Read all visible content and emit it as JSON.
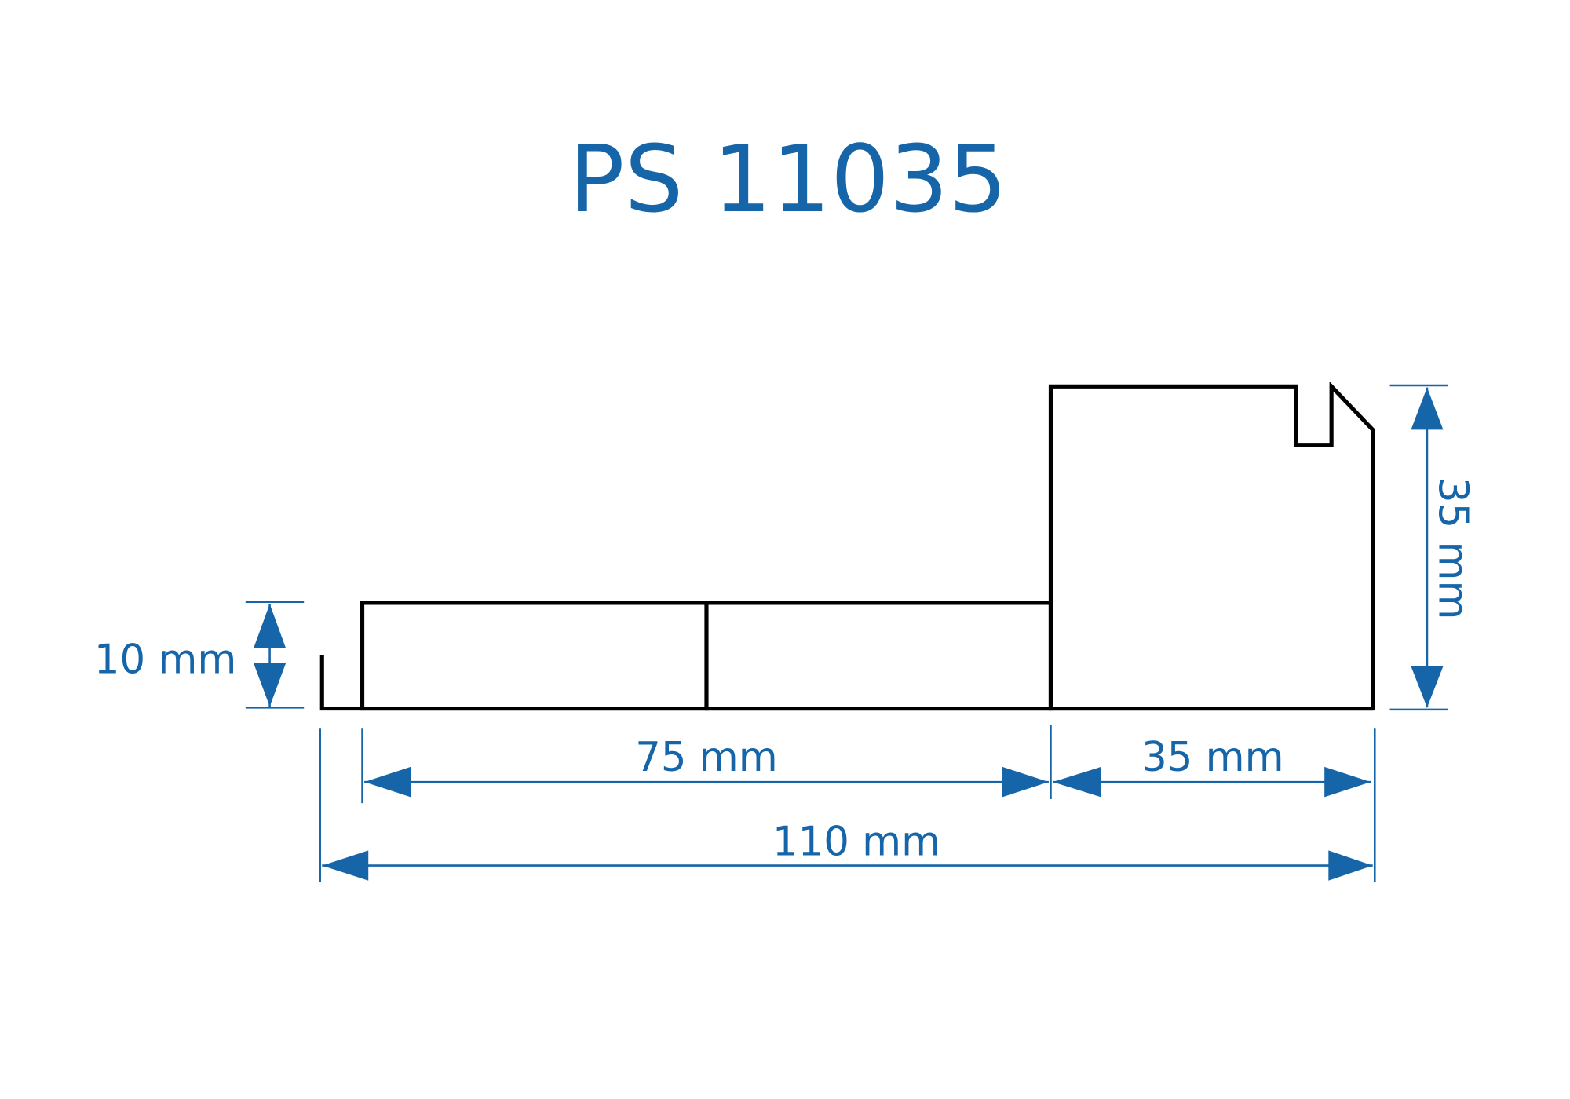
{
  "title": "PS 11035",
  "dimensions": {
    "height_small": "10 mm",
    "height_large": "35 mm",
    "width_left": "75 mm",
    "width_right": "35 mm",
    "width_total": "110 mm"
  },
  "colors": {
    "accent": "#1565a8",
    "outline": "#000000"
  }
}
